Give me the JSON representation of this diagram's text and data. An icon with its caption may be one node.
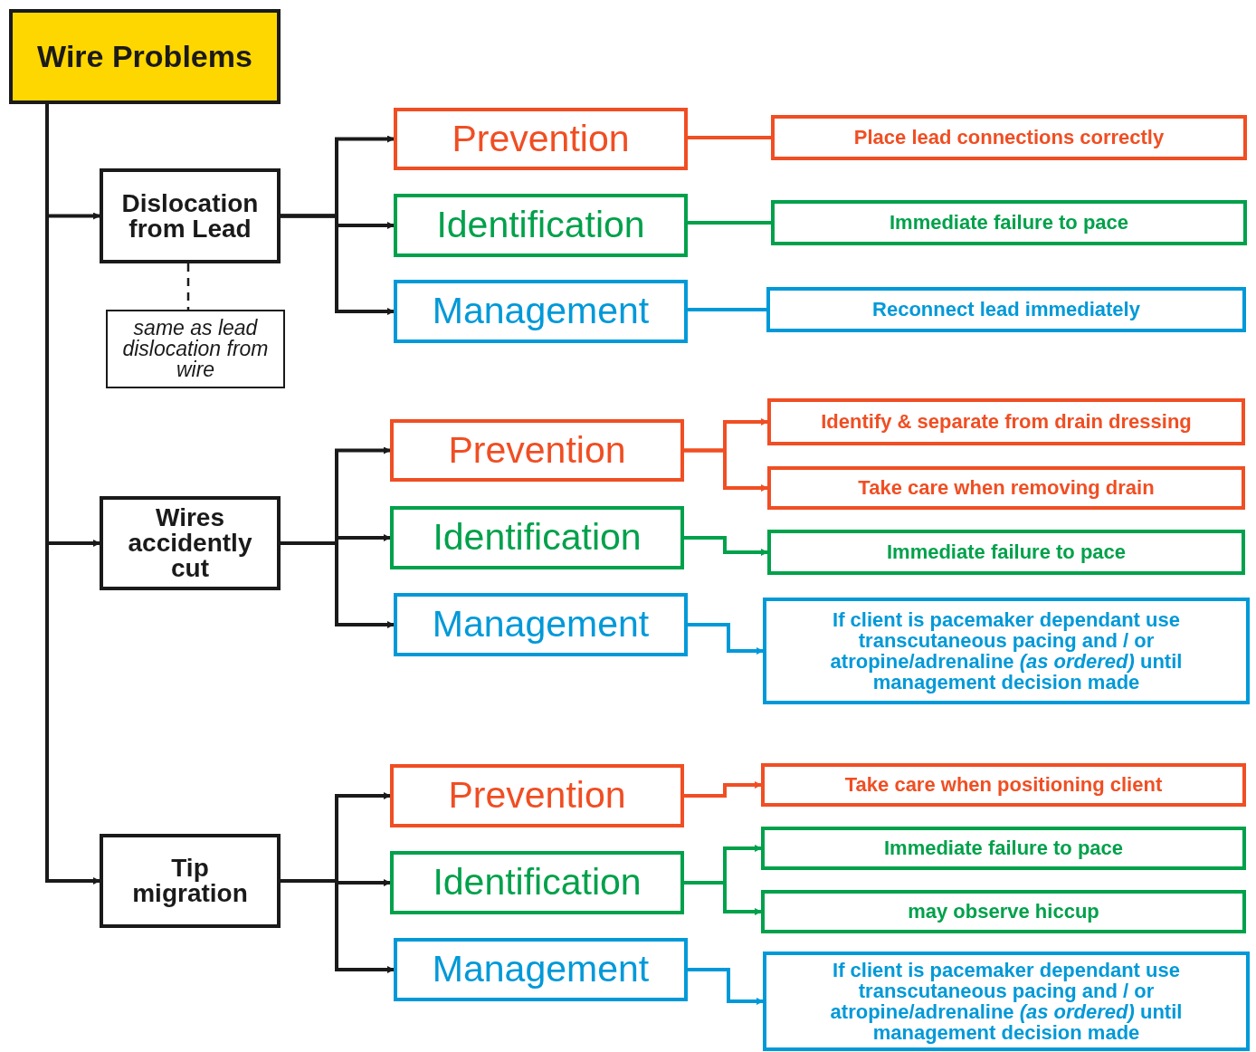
{
  "diagram": {
    "nodes": [
      {
        "text": [
          "Wire Problems"
        ]
      },
      {
        "text": [
          "Dislocation from Lead"
        ]
      },
      {
        "text": [
          "same as lead dislocation from wire"
        ]
      },
      {
        "text": [
          "Prevention"
        ]
      },
      {
        "text": [
          "Identification"
        ]
      },
      {
        "text": [
          "Management"
        ]
      },
      {
        "text": [
          "Place lead connections correctly"
        ]
      },
      {
        "text": [
          "Immediate failure to pace"
        ]
      },
      {
        "text": [
          "Reconnect lead immediately"
        ]
      },
      {
        "text": [
          "Wires accidently cut"
        ]
      },
      {
        "text": [
          "Prevention"
        ]
      },
      {
        "text": [
          "Identification"
        ]
      },
      {
        "text": [
          "Management"
        ]
      },
      {
        "text": [
          "Identify & separate from drain dressing"
        ]
      },
      {
        "text": [
          "Take care when removing drain"
        ]
      },
      {
        "text": [
          "Immediate failure to pace"
        ]
      },
      {
        "text": [
          "If client is pacemaker dependant use transcutaneous pacing and / or atropine/adrenaline *(as ordered)* until management decision made"
        ]
      },
      {
        "text": [
          "Tip migration"
        ]
      },
      {
        "text": [
          "Prevention"
        ]
      },
      {
        "text": [
          "Identification"
        ]
      },
      {
        "text": [
          "Management"
        ]
      },
      {
        "text": [
          "Take care when positioning client"
        ]
      },
      {
        "text": [
          "Immediate failure to pace"
        ]
      },
      {
        "text": [
          "may observe hiccup"
        ]
      },
      {
        "text": [
          "If client is pacemaker dependant use transcutaneous pacing and / or atropine/adrenaline *(as ordered)* until management decision made"
        ]
      }
    ],
    "edges": [
      {
        "from": 0,
        "to": 1,
        "arrow": "to"
      },
      {
        "from": 0,
        "to": 9,
        "arrow": "to"
      },
      {
        "from": 0,
        "to": 17,
        "arrow": "to"
      },
      {
        "from": 1,
        "to": 2,
        "arrow": "none",
        "style": "dashed"
      },
      {
        "from": 1,
        "to": 3,
        "arrow": "to"
      },
      {
        "from": 1,
        "to": 4,
        "arrow": "to"
      },
      {
        "from": 1,
        "to": 5,
        "arrow": "to"
      },
      {
        "from": 3,
        "to": 6,
        "arrow": "none",
        "color": "#f04e23"
      },
      {
        "from": 4,
        "to": 7,
        "arrow": "none",
        "color": "#00a14b"
      },
      {
        "from": 5,
        "to": 8,
        "arrow": "none",
        "color": "#0099d8"
      },
      {
        "from": 9,
        "to": 10,
        "arrow": "to"
      },
      {
        "from": 9,
        "to": 11,
        "arrow": "to"
      },
      {
        "from": 9,
        "to": 12,
        "arrow": "to"
      },
      {
        "from": 10,
        "to": 13,
        "arrow": "to",
        "color": "#f04e23"
      },
      {
        "from": 10,
        "to": 14,
        "arrow": "to",
        "color": "#f04e23"
      },
      {
        "from": 11,
        "to": 15,
        "arrow": "to",
        "color": "#00a14b"
      },
      {
        "from": 12,
        "to": 16,
        "arrow": "to",
        "color": "#0099d8"
      },
      {
        "from": 17,
        "to": 18,
        "arrow": "to"
      },
      {
        "from": 17,
        "to": 19,
        "arrow": "to"
      },
      {
        "from": 17,
        "to": 20,
        "arrow": "to"
      },
      {
        "from": 18,
        "to": 21,
        "arrow": "to",
        "color": "#f04e23"
      },
      {
        "from": 19,
        "to": 22,
        "arrow": "to",
        "color": "#00a14b"
      },
      {
        "from": 19,
        "to": 23,
        "arrow": "to",
        "color": "#00a14b"
      },
      {
        "from": 20,
        "to": 24,
        "arrow": "to",
        "color": "#0099d8"
      }
    ]
  }
}
